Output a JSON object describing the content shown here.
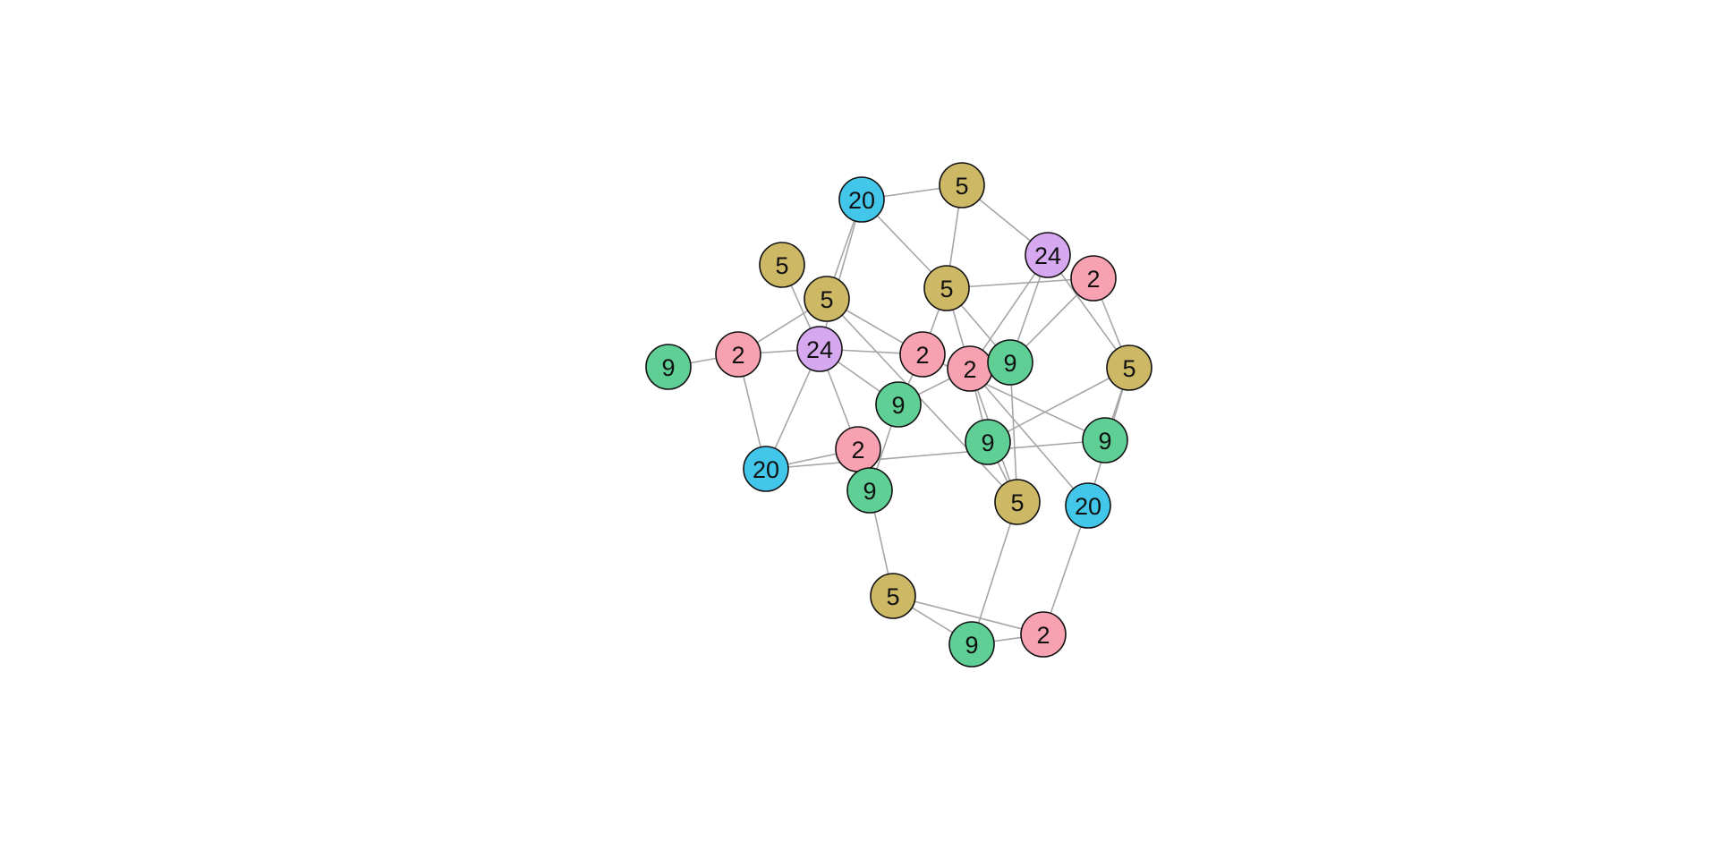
{
  "colors": {
    "background": "#ffffff",
    "edge": "#a6a6a6",
    "node_outline": "#111111",
    "label": "#111111",
    "groups": {
      "2": "#f7a1b1",
      "5": "#cdb865",
      "9": "#5fcf96",
      "20": "#42c7ea",
      "24": "#d6a8ef"
    }
  },
  "nodes": [
    {
      "id": "n0",
      "label": "20",
      "group": "20"
    },
    {
      "id": "n1",
      "label": "5",
      "group": "5"
    },
    {
      "id": "n2",
      "label": "24",
      "group": "24"
    },
    {
      "id": "n3",
      "label": "2",
      "group": "2"
    },
    {
      "id": "n4",
      "label": "5",
      "group": "5"
    },
    {
      "id": "n5",
      "label": "5",
      "group": "5"
    },
    {
      "id": "n6",
      "label": "5",
      "group": "5"
    },
    {
      "id": "n7",
      "label": "2",
      "group": "2"
    },
    {
      "id": "n8",
      "label": "24",
      "group": "24"
    },
    {
      "id": "n9",
      "label": "9",
      "group": "9"
    },
    {
      "id": "n10",
      "label": "2",
      "group": "2"
    },
    {
      "id": "n11",
      "label": "2",
      "group": "2"
    },
    {
      "id": "n12",
      "label": "9",
      "group": "9"
    },
    {
      "id": "n13",
      "label": "5",
      "group": "5"
    },
    {
      "id": "n14",
      "label": "9",
      "group": "9"
    },
    {
      "id": "n15",
      "label": "20",
      "group": "20"
    },
    {
      "id": "n16",
      "label": "9",
      "group": "9"
    },
    {
      "id": "n17",
      "label": "9",
      "group": "9"
    },
    {
      "id": "n18",
      "label": "2",
      "group": "2"
    },
    {
      "id": "n19",
      "label": "9",
      "group": "9"
    },
    {
      "id": "n20",
      "label": "5",
      "group": "5"
    },
    {
      "id": "n21",
      "label": "20",
      "group": "20"
    },
    {
      "id": "n22",
      "label": "5",
      "group": "5"
    },
    {
      "id": "n23",
      "label": "9",
      "group": "9"
    },
    {
      "id": "n24",
      "label": "2",
      "group": "2"
    }
  ],
  "edges": [
    [
      "n0",
      "n1"
    ],
    [
      "n0",
      "n5"
    ],
    [
      "n0",
      "n6"
    ],
    [
      "n0",
      "n8"
    ],
    [
      "n1",
      "n5"
    ],
    [
      "n1",
      "n2"
    ],
    [
      "n2",
      "n11"
    ],
    [
      "n2",
      "n12"
    ],
    [
      "n2",
      "n13"
    ],
    [
      "n3",
      "n5"
    ],
    [
      "n3",
      "n12"
    ],
    [
      "n3",
      "n13"
    ],
    [
      "n4",
      "n8"
    ],
    [
      "n5",
      "n12"
    ],
    [
      "n5",
      "n11"
    ],
    [
      "n5",
      "n10"
    ],
    [
      "n6",
      "n7"
    ],
    [
      "n6",
      "n10"
    ],
    [
      "n6",
      "n20"
    ],
    [
      "n7",
      "n9"
    ],
    [
      "n7",
      "n8"
    ],
    [
      "n7",
      "n15"
    ],
    [
      "n8",
      "n10"
    ],
    [
      "n8",
      "n14"
    ],
    [
      "n8",
      "n15"
    ],
    [
      "n8",
      "n18"
    ],
    [
      "n10",
      "n16"
    ],
    [
      "n10",
      "n14"
    ],
    [
      "n11",
      "n20"
    ],
    [
      "n11",
      "n17"
    ],
    [
      "n11",
      "n21"
    ],
    [
      "n11",
      "n14"
    ],
    [
      "n12",
      "n20"
    ],
    [
      "n13",
      "n16"
    ],
    [
      "n13",
      "n21"
    ],
    [
      "n13",
      "n17"
    ],
    [
      "n14",
      "n19"
    ],
    [
      "n15",
      "n16"
    ],
    [
      "n15",
      "n18"
    ],
    [
      "n18",
      "n19"
    ],
    [
      "n19",
      "n22"
    ],
    [
      "n20",
      "n17"
    ],
    [
      "n20",
      "n23"
    ],
    [
      "n21",
      "n24"
    ],
    [
      "n22",
      "n23"
    ],
    [
      "n22",
      "n24"
    ],
    [
      "n23",
      "n24"
    ]
  ]
}
